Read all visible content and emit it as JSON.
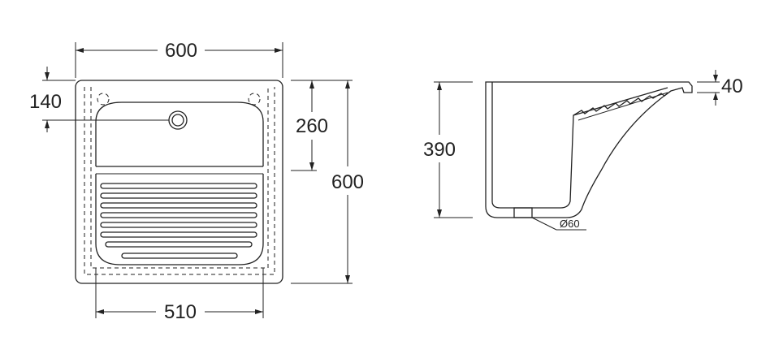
{
  "dimensions": {
    "top_width": "600",
    "height_right": "600",
    "bowl_depth_offset": "260",
    "drain_offset": "140",
    "bottom_width": "510",
    "side_height": "390",
    "rim_thickness": "40",
    "drain_diameter": "Ø60"
  }
}
